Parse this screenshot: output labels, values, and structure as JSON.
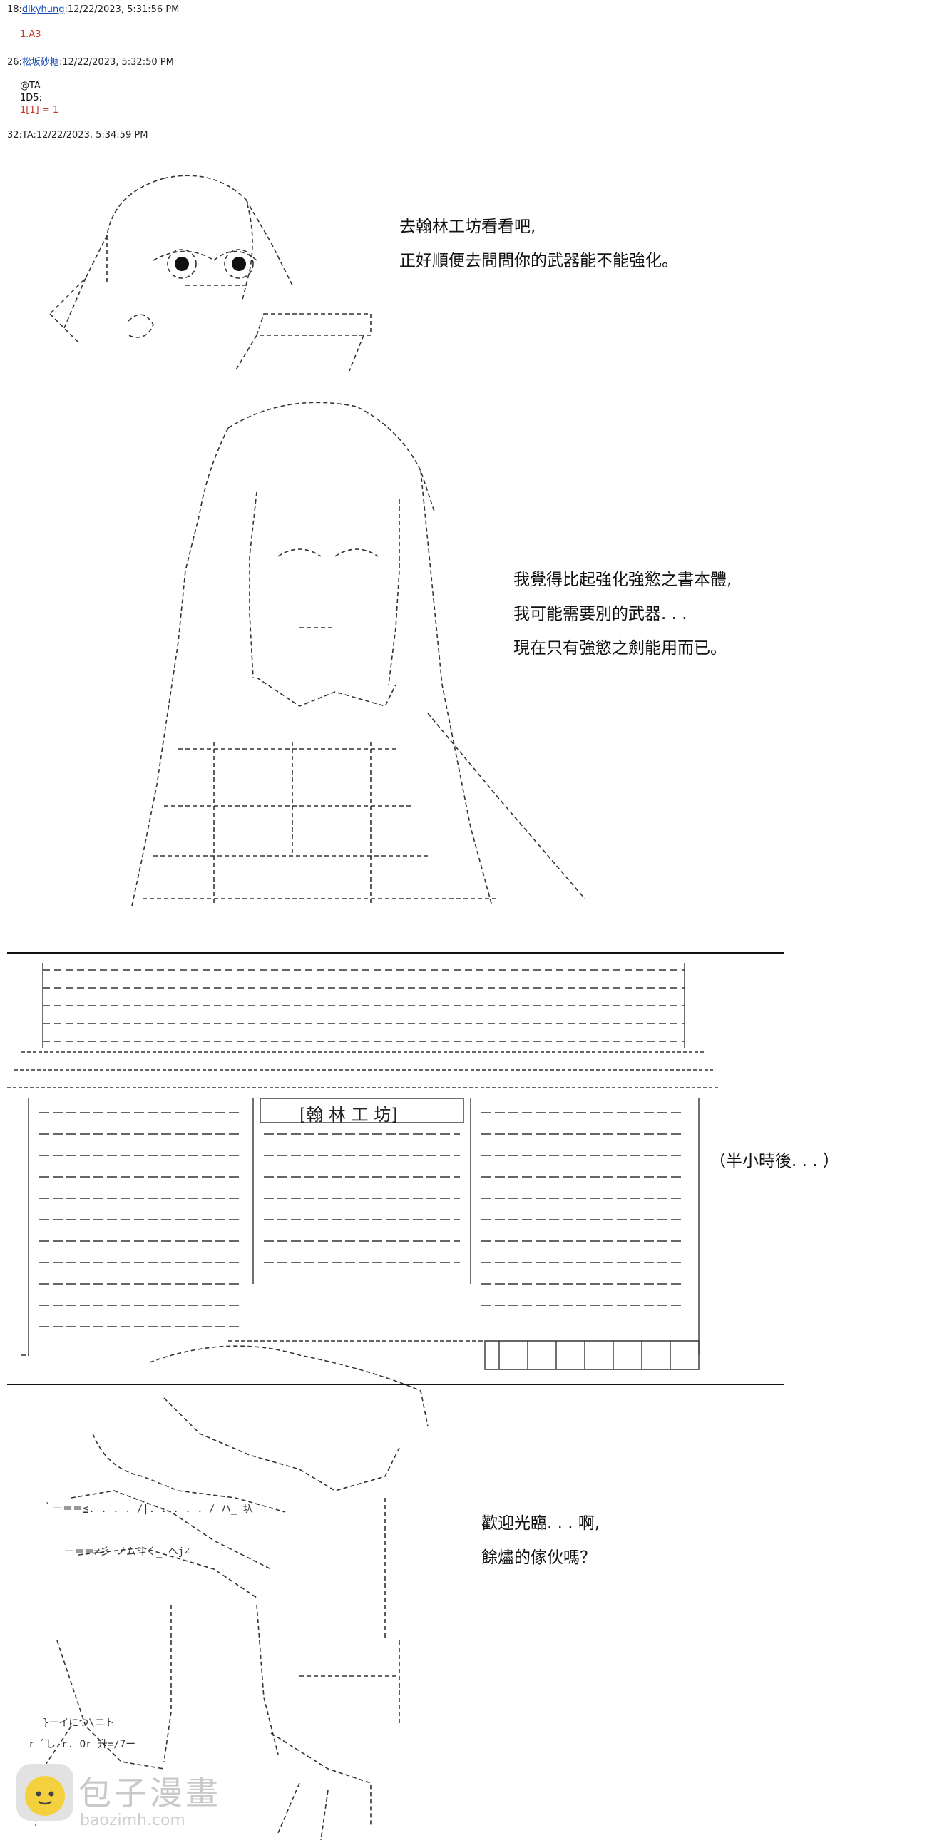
{
  "posts": [
    {
      "num": "18:",
      "name": "dikyhung",
      "date": ":12/22/2023, 5:31:56 PM",
      "lines": [
        "1.A3"
      ]
    },
    {
      "num": "26:",
      "name": "松坂砂糖",
      "date": ":12/22/2023, 5:32:50 PM",
      "lines": [
        "@TA",
        "1D5:",
        "1[1] = 1"
      ]
    },
    {
      "num": "32:",
      "name": "TA",
      "date": ":12/22/2023, 5:34:59 PM",
      "lines": []
    }
  ],
  "dialogs": {
    "scene1": [
      "去翰林工坊看看吧,",
      "正好順便去問問你的武器能不能強化。"
    ],
    "scene2": [
      "我覺得比起強化強慾之書本體,",
      "我可能需要別的武器. . .",
      "現在只有強慾之劍能用而已。"
    ],
    "scene3": [
      "（半小時後. . . ）"
    ],
    "scene4": [
      "歡迎光臨. . . 啊,",
      "餘燼的傢伙嗎？"
    ]
  },
  "shop_sign": "[翰 林 工 坊]",
  "watermark": {
    "title": "包子漫畫",
    "url": "baozimh.com"
  }
}
